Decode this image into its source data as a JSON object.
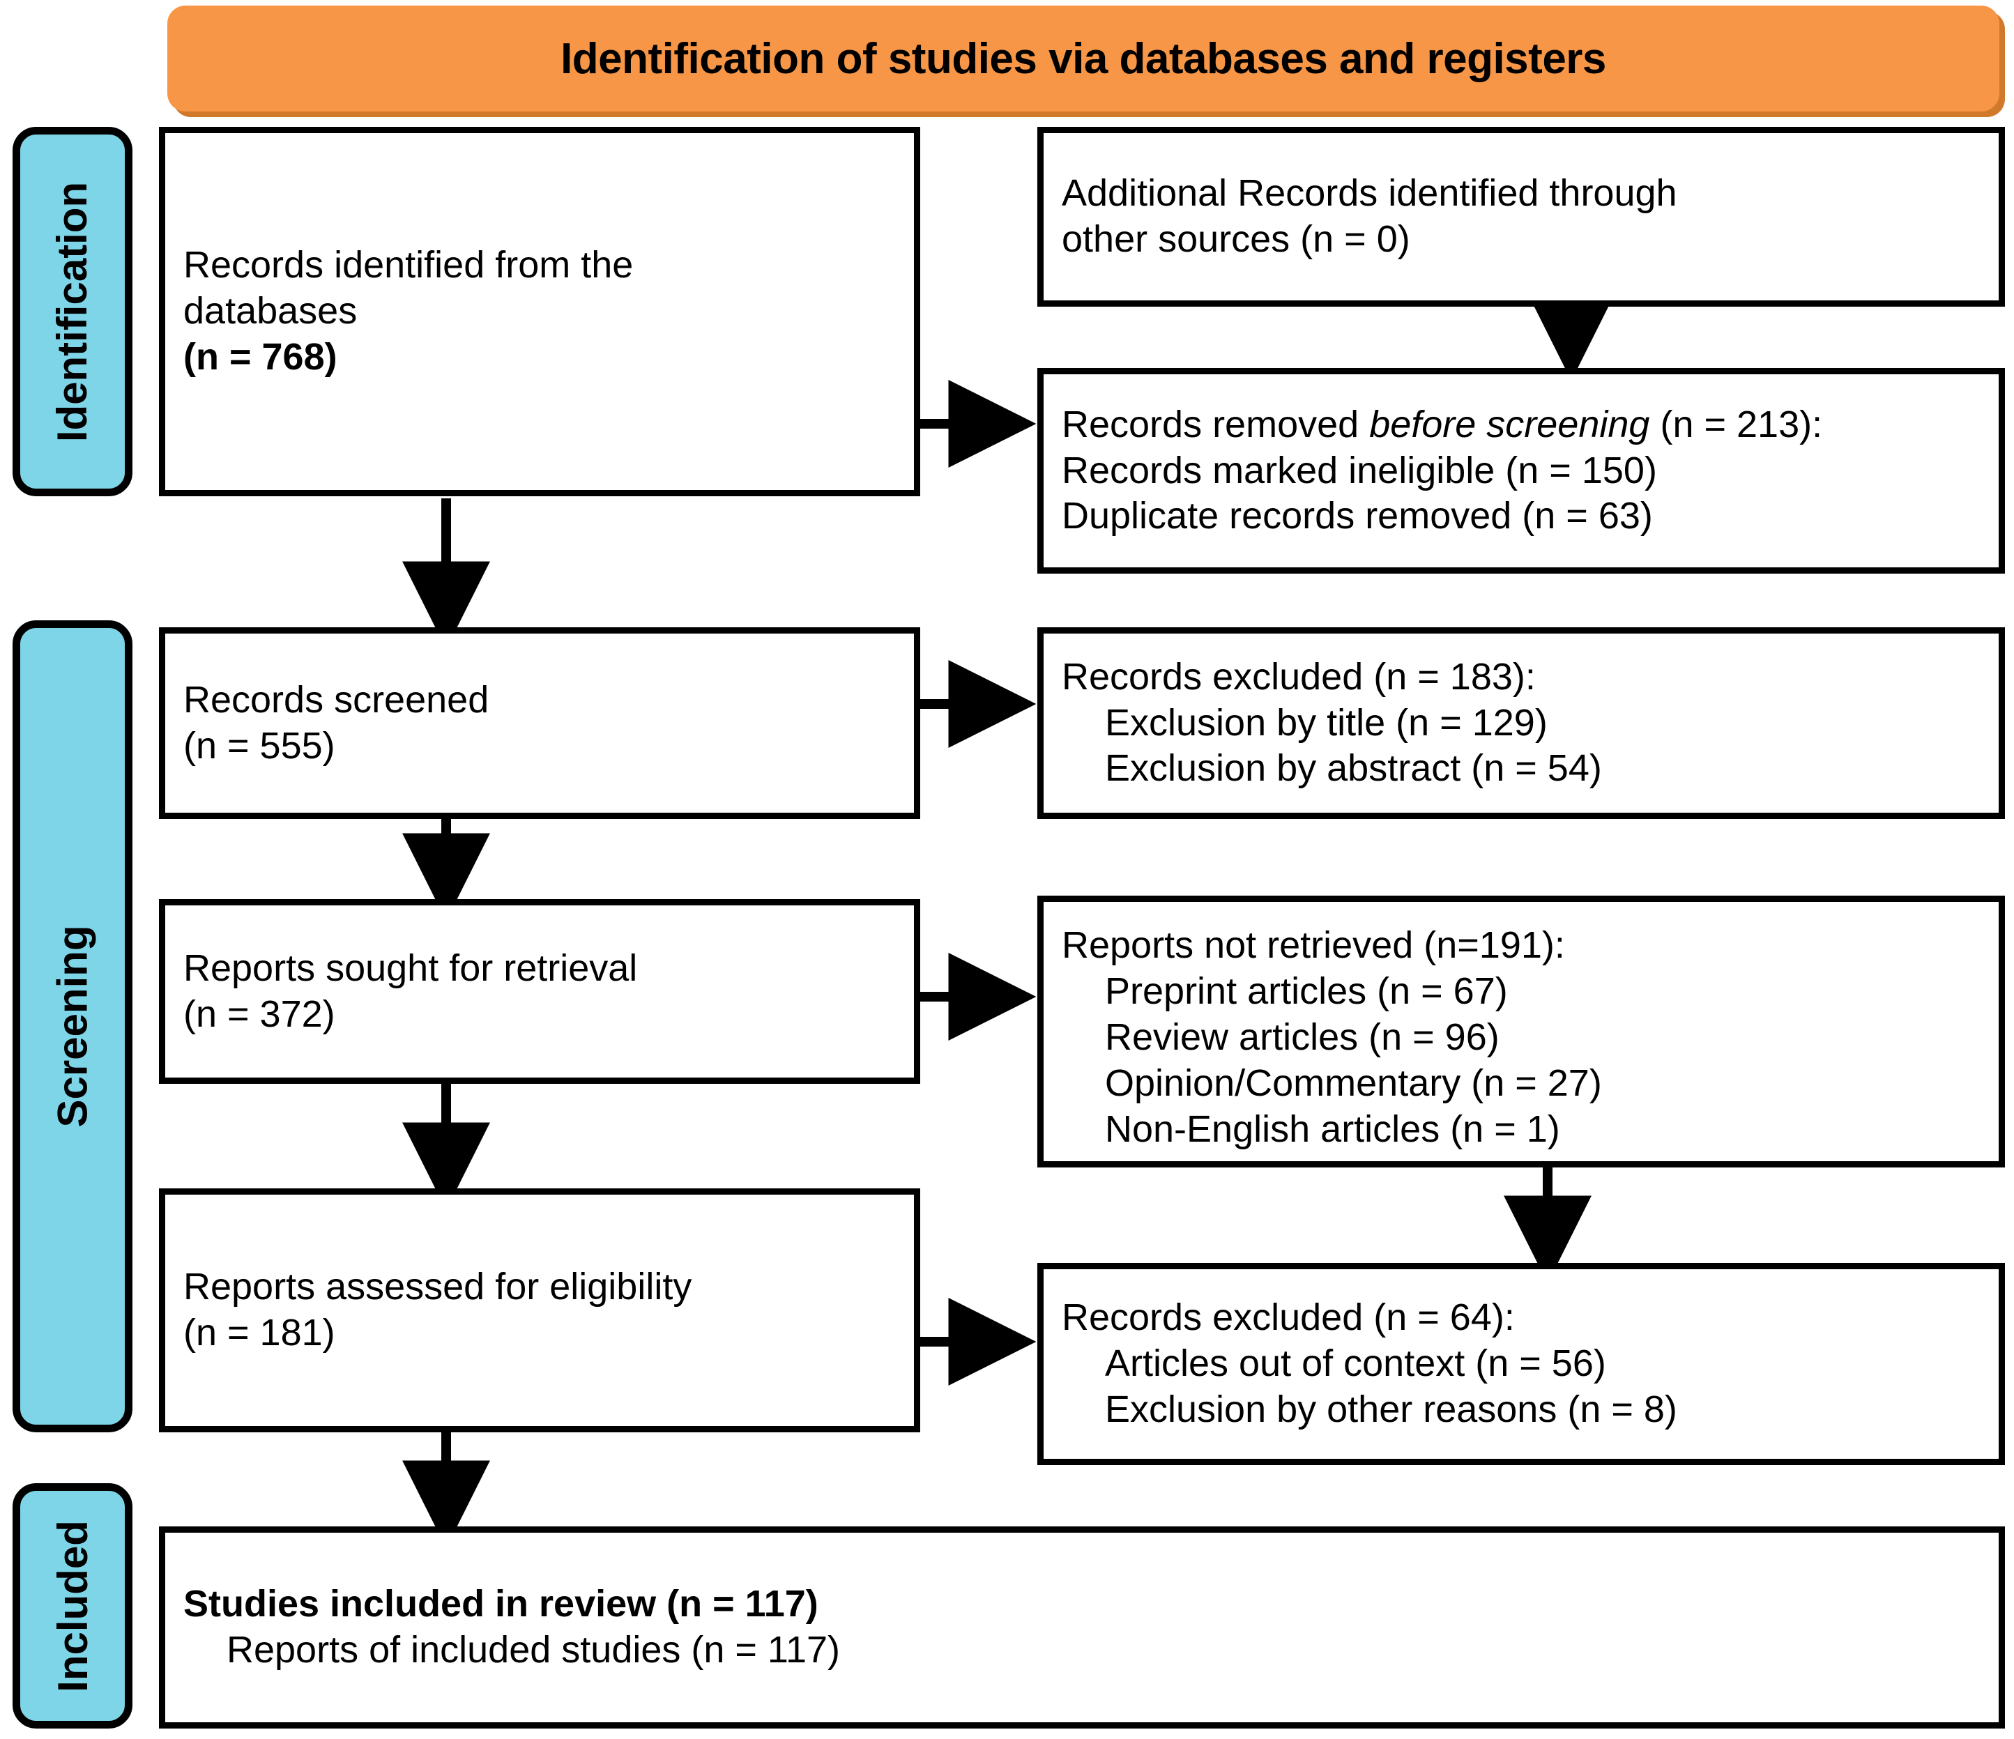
{
  "banner": {
    "title": "Identification of studies via databases and registers",
    "fill_color": "#F79646",
    "shadow_color": "#D1792B"
  },
  "stages": [
    {
      "id": "identification",
      "label": "Identification",
      "fill_color": "#7FD5E8"
    },
    {
      "id": "screening",
      "label": "Screening",
      "fill_color": "#7FD5E8"
    },
    {
      "id": "included",
      "label": "Included",
      "fill_color": "#7FD5E8"
    }
  ],
  "boxes": {
    "records_identified": {
      "name": "records-identified-databases",
      "lines": [
        {
          "text": "Records identified from the",
          "bold": false,
          "indent": false
        },
        {
          "text": "databases",
          "bold": false,
          "indent": false
        },
        {
          "text": "(n = 768)",
          "bold": true,
          "indent": false
        }
      ]
    },
    "additional_records": {
      "name": "additional-records-other-sources",
      "lines": [
        {
          "text": "Additional Records identified through",
          "bold": false,
          "indent": false
        },
        {
          "text": "other sources (n = 0)",
          "bold": false,
          "indent": false
        }
      ]
    },
    "records_removed": {
      "name": "records-removed-before-screening",
      "lines": [
        {
          "text": "Records removed before screening (n = 213):",
          "bold": false,
          "indent": false,
          "italic_part": "before screening"
        },
        {
          "text": "Records marked ineligible (n = 150)",
          "bold": false,
          "indent": false
        },
        {
          "text": "Duplicate records removed (n = 63)",
          "bold": false,
          "indent": false
        }
      ]
    },
    "records_screened": {
      "name": "records-screened",
      "lines": [
        {
          "text": "Records screened",
          "bold": false,
          "indent": false
        },
        {
          "text": "(n = 555)",
          "bold": false,
          "indent": false
        }
      ]
    },
    "records_excluded_screen": {
      "name": "records-excluded-screening",
      "lines": [
        {
          "text": "Records excluded (n = 183):",
          "bold": false,
          "indent": false
        },
        {
          "text": "Exclusion by title (n = 129)",
          "bold": false,
          "indent": true
        },
        {
          "text": "Exclusion by abstract  (n = 54)",
          "bold": false,
          "indent": true
        }
      ]
    },
    "reports_sought": {
      "name": "reports-sought-for-retrieval",
      "lines": [
        {
          "text": "Reports sought for retrieval",
          "bold": false,
          "indent": false
        },
        {
          "text": "(n = 372)",
          "bold": false,
          "indent": false
        }
      ]
    },
    "reports_not_retrieved": {
      "name": "reports-not-retrieved",
      "lines": [
        {
          "text": "Reports not retrieved (n=191):",
          "bold": false,
          "indent": false
        },
        {
          "text": "Preprint articles (n = 67)",
          "bold": false,
          "indent": true
        },
        {
          "text": "Review articles (n = 96)",
          "bold": false,
          "indent": true
        },
        {
          "text": "Opinion/Commentary (n = 27)",
          "bold": false,
          "indent": true
        },
        {
          "text": "Non-English articles (n = 1)",
          "bold": false,
          "indent": true
        }
      ]
    },
    "reports_assessed": {
      "name": "reports-assessed-for-eligibility",
      "lines": [
        {
          "text": "Reports assessed for eligibility",
          "bold": false,
          "indent": false
        },
        {
          "text": "(n = 181)",
          "bold": false,
          "indent": false
        }
      ]
    },
    "records_excluded_elig": {
      "name": "records-excluded-eligibility",
      "lines": [
        {
          "text": "Records excluded (n = 64):",
          "bold": false,
          "indent": false
        },
        {
          "text": "Articles out of context (n = 56)",
          "bold": false,
          "indent": true
        },
        {
          "text": "Exclusion by other reasons (n = 8)",
          "bold": false,
          "indent": true
        }
      ]
    },
    "studies_included": {
      "name": "studies-included-in-review",
      "lines": [
        {
          "text": "Studies included in review (n = 117)",
          "bold": true,
          "indent": false
        },
        {
          "text": "Reports of included studies (n = 117)",
          "bold": false,
          "indent": true
        }
      ]
    }
  },
  "colors": {
    "stroke": "#000000",
    "banner_fill": "#F79646",
    "stage_fill": "#7FD5E8",
    "box_fill": "#FFFFFF"
  }
}
